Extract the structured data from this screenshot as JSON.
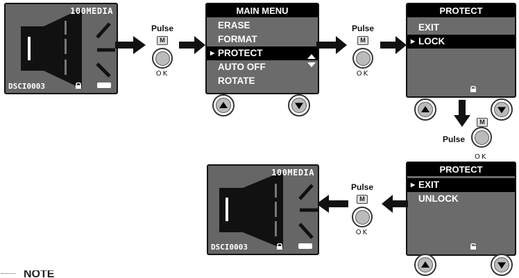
{
  "thumbnail": {
    "folder": "100MEDIA",
    "filename": "DSCI0003"
  },
  "pulse": {
    "label": "Pulse",
    "m_key": "M",
    "ok_label": "OK"
  },
  "main_menu": {
    "title": "MAIN MENU",
    "items": [
      "ERASE",
      "FORMAT",
      "PROTECT",
      "AUTO OFF",
      "ROTATE"
    ],
    "selected_index": 2
  },
  "protect_lock": {
    "title": "PROTECT",
    "items": [
      "EXIT",
      "LOCK"
    ],
    "selected_index": 1
  },
  "protect_unlock": {
    "title": "PROTECT",
    "items": [
      "EXIT",
      "UNLOCK"
    ],
    "selected_index": 0
  },
  "footer_fragment": "NOTE"
}
